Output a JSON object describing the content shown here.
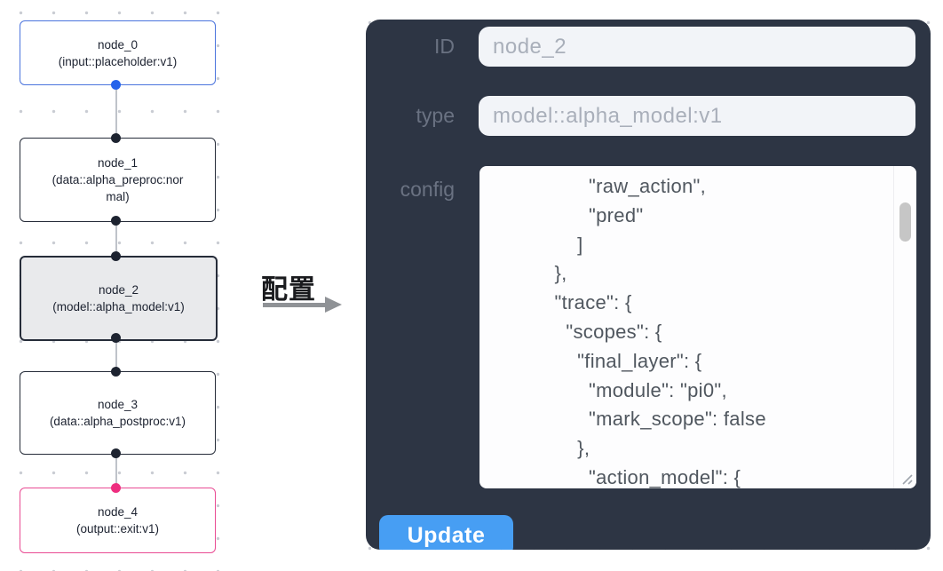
{
  "canvas": {
    "nodes": [
      {
        "id": "node_0",
        "type_label": "(input::placeholder:v1)",
        "variant": "input"
      },
      {
        "id": "node_1",
        "type_label": "(data::alpha_preproc:normal)",
        "variant": "default"
      },
      {
        "id": "node_2",
        "type_label": "(model::alpha_model:v1)",
        "variant": "selected"
      },
      {
        "id": "node_3",
        "type_label": "(data::alpha_postproc:v1)",
        "variant": "default"
      },
      {
        "id": "node_4",
        "type_label": "(output::exit:v1)",
        "variant": "output"
      }
    ],
    "colors": {
      "input_node_border": "#4b74dd",
      "default_node_border": "#262c39",
      "selected_node_fill": "#e9eaec",
      "output_node_border": "#e94b93",
      "input_port": "#2563eb",
      "default_port": "#1d2330",
      "output_port": "#ee2d7f",
      "edge": "#bfc3ca"
    }
  },
  "annotation": {
    "label": "配置"
  },
  "panel": {
    "background": "#2d3544",
    "fields": [
      {
        "label": "ID",
        "value": "node_2"
      },
      {
        "label": "type",
        "value": "model::alpha_model:v1"
      }
    ],
    "config": {
      "label": "config",
      "lines": [
        "                 \"raw_action\",",
        "                 \"pred\"",
        "               ]",
        "           },",
        "           \"trace\": {",
        "             \"scopes\": {",
        "               \"final_layer\": {",
        "                 \"module\": \"pi0\",",
        "                 \"mark_scope\": false",
        "               },",
        "                 \"action_model\": {"
      ]
    },
    "update_label": "Update",
    "accent_color": "#479ef3"
  }
}
